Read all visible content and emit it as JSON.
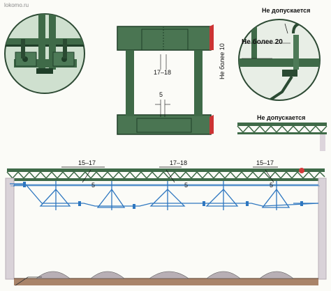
{
  "watermark": "lokomo.ru",
  "labels": {
    "not_allowed_top": "Не допускается",
    "not_more_20": "Не более 20",
    "not_more_10": "Не более 10",
    "not_allowed_right": "Не допускается",
    "gap_1718_top": "17–18",
    "gap_5_top": "5",
    "span_left": "15–17",
    "span_mid": "17–18",
    "span_right": "15–17",
    "s_left": "5",
    "s_mid": "5",
    "s_right": "5"
  },
  "colors": {
    "structure": "#3f6a48",
    "structure_dark": "#1f3e28",
    "circle_bg": "#cfe0cf",
    "wire": "#2e77c0",
    "ground": "#a9846a",
    "accent": "#d23a3a",
    "pole": "#d9d2d8"
  }
}
